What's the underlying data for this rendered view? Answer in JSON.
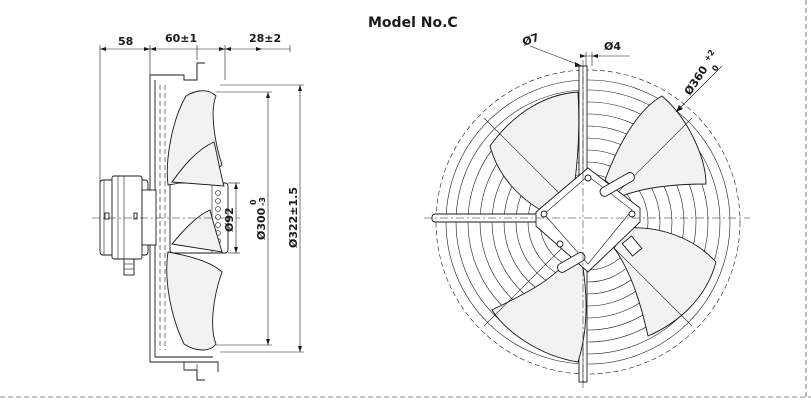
{
  "title": "Model No.C",
  "side_view": {
    "dim_left": "58",
    "dim_mid": "60±1",
    "dim_right": "28±2",
    "dia_hub": "Ø92",
    "dia_blade": "Ø300",
    "dia_blade_tol": "0",
    "dia_blade_tol_low": "-3",
    "dia_frame": "Ø322±1.5"
  },
  "front_view": {
    "dia_hole": "Ø7",
    "dia_pin": "Ø4",
    "dia_ring": "Ø360",
    "dia_ring_tol_up": "+2",
    "dia_ring_tol_low": "0"
  }
}
